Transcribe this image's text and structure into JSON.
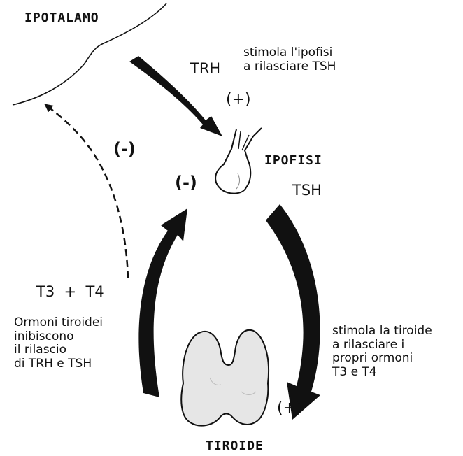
{
  "labels": {
    "hypothalamus": "IPOTALAMO",
    "pituitary": "IPOFISI",
    "thyroid": "TIROIDE"
  },
  "hormones": {
    "trh": "TRH",
    "tsh": "TSH",
    "t3_t4": "T3  +  T4"
  },
  "signs": {
    "plus_trh": "(+)",
    "minus_hypothalamus": "(-)",
    "minus_pituitary": "(-)",
    "plus_thyroid": "(+)"
  },
  "notes": {
    "trh_effect": "stimola l'ipofisi\na rilasciare TSH",
    "feedback": "Ormoni tiroidei\ninibiscono\nil rilascio\ndi TRH e TSH",
    "tsh_effect": "stimola la tiroide\na rilasciare i\npropri ormoni\nT3 e T4"
  },
  "colors": {
    "ink": "#111111",
    "gland_fill": "#e6e6e6"
  }
}
